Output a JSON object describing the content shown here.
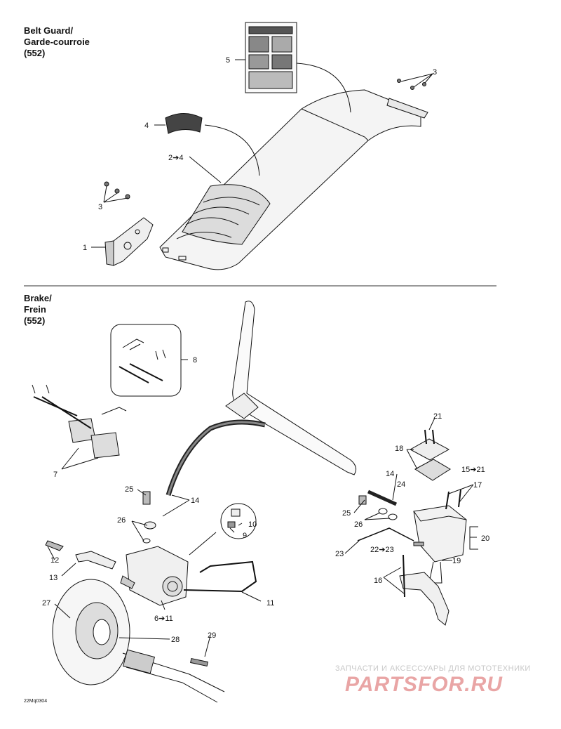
{
  "sections": {
    "belt_guard": {
      "title_line1": "Belt Guard/",
      "title_line2": "Garde-courroie",
      "title_line3": "(552)"
    },
    "brake": {
      "title_line1": "Brake/",
      "title_line2": "Frein",
      "title_line3": "(552)"
    }
  },
  "callouts": {
    "c1": "1",
    "c2": "2➔4",
    "c3a": "3",
    "c3b": "3",
    "c4": "4",
    "c5": "5",
    "c6": "6➔11",
    "c7": "7",
    "c8": "8",
    "c9": "9",
    "c10": "10",
    "c11": "11",
    "c12": "12",
    "c13": "13",
    "c14a": "14",
    "c14b": "14",
    "c15": "15➔21",
    "c16": "16",
    "c17": "17",
    "c18": "18",
    "c19": "19",
    "c20": "20",
    "c21": "21",
    "c22": "22➔23",
    "c23": "23",
    "c24": "24",
    "c25a": "25",
    "c25b": "25",
    "c26a": "26",
    "c26b": "26",
    "c27": "27",
    "c28": "28",
    "c29": "29"
  },
  "drawing_code": "22Mq0304",
  "watermark": {
    "tagline": "ЗАПЧАСТИ И АКСЕССУАРЫ ДЛЯ МОТОТЕХНИКИ",
    "logo": "PARTSFOR.RU"
  }
}
